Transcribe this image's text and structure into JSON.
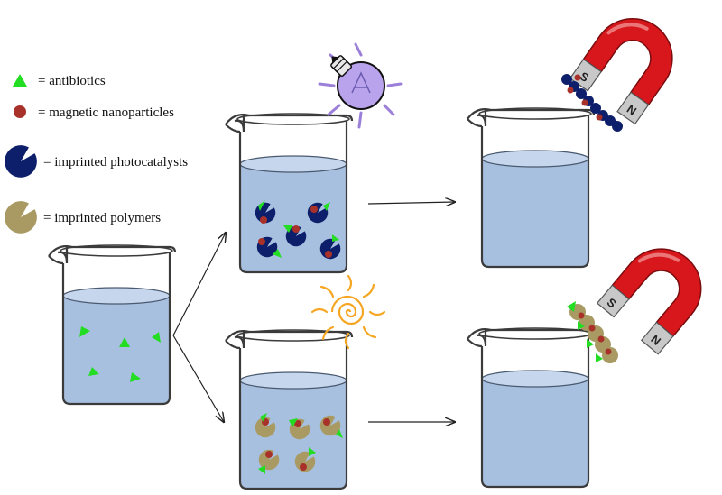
{
  "legend": {
    "antibiotics": "= antibiotics",
    "magnetic_nanoparticles": "= magnetic nanoparticles",
    "imprinted_photocatalysts": "= imprinted photocatalysts",
    "imprinted_polymers": "= imprinted polymers"
  },
  "magnet_pole_letters": [
    "S",
    "N"
  ],
  "icons": [
    "light-bulb-icon",
    "sun-icon",
    "horseshoe-magnet-icon"
  ],
  "colors": {
    "antibiotic": "#22dd22",
    "nanoparticle": "#a8322a",
    "photocatalyst": "#0d1f6b",
    "polymer": "#a89a62",
    "water": "#a8c0e0",
    "magnet_red": "#d8171c",
    "bulb_purple": "#9b7fd9",
    "sun_orange": "#f5a623"
  }
}
